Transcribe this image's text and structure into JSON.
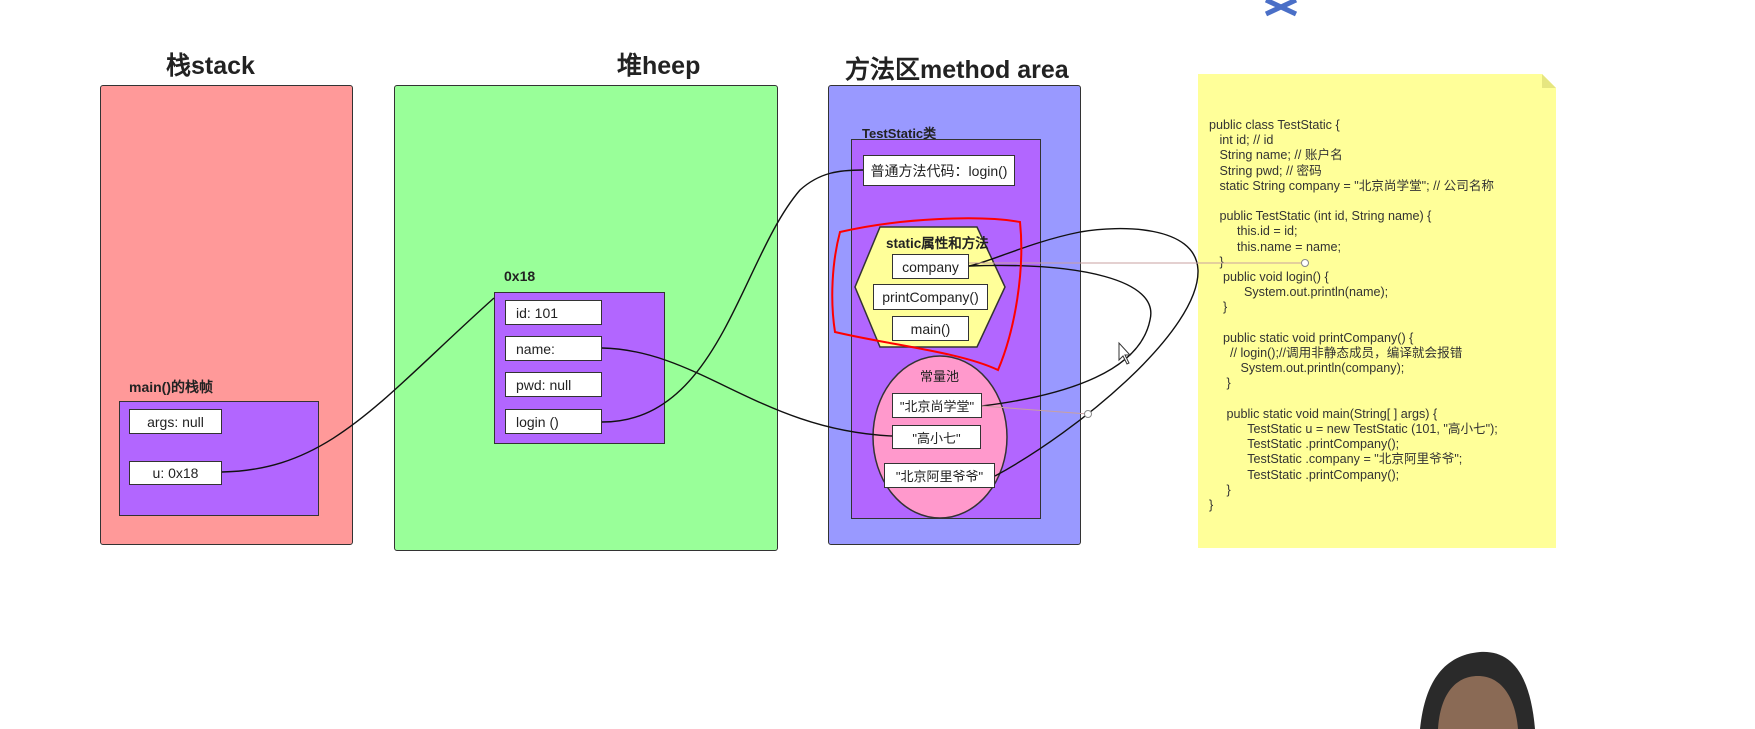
{
  "regions": {
    "stack": "栈stack",
    "heap": "堆heep",
    "method_area": "方法区method area"
  },
  "stack_frame": {
    "title": "main()的栈帧",
    "args": "args: null",
    "u": "u:    0x18"
  },
  "heap_object": {
    "address": "0x18",
    "id": "id:    101",
    "name": "name:",
    "pwd": "pwd:   null",
    "login": "login   ()"
  },
  "class_area": {
    "title": "TestStatic类",
    "normal_method": "普通方法代码：login()",
    "static_title": "static属性和方法",
    "static_items": [
      "company",
      "printCompany()",
      "main()"
    ],
    "pool_title": "常量池",
    "pool_items": [
      "\"北京尚学堂\"",
      "\"高小七\"",
      "\"北京阿里爷爷\""
    ]
  },
  "code_lines": [
    "public class TestStatic {",
    "   int id; // id",
    "   String name; // 账户名",
    "   String pwd; // 密码",
    "   static String company = \"北京尚学堂\"; // 公司名称",
    "",
    "   public TestStatic (int id, String name) {",
    "        this.id = id;",
    "        this.name = name;",
    "   }",
    "    public void login() {",
    "          System.out.println(name);",
    "    }",
    "",
    "    public static void printCompany() {",
    "      // login();//调用非静态成员，编译就会报错",
    "         System.out.println(company);",
    "     }",
    "",
    "     public static void main(String[ ] args) {",
    "           TestStatic u = new TestStatic (101, \"高小七\");",
    "           TestStatic .printCompany();",
    "           TestStatic .company = \"北京阿里爷爷\";",
    "           TestStatic .printCompany();",
    "     }",
    "}"
  ],
  "colors": {
    "stack": "#ff9999",
    "heap": "#99ff99",
    "method_area": "#9999ff",
    "object": "#b266ff",
    "static_hex": "#ffff99",
    "pool": "#ff99cc",
    "note": "#ffff99",
    "annotation": "#ff0000"
  }
}
